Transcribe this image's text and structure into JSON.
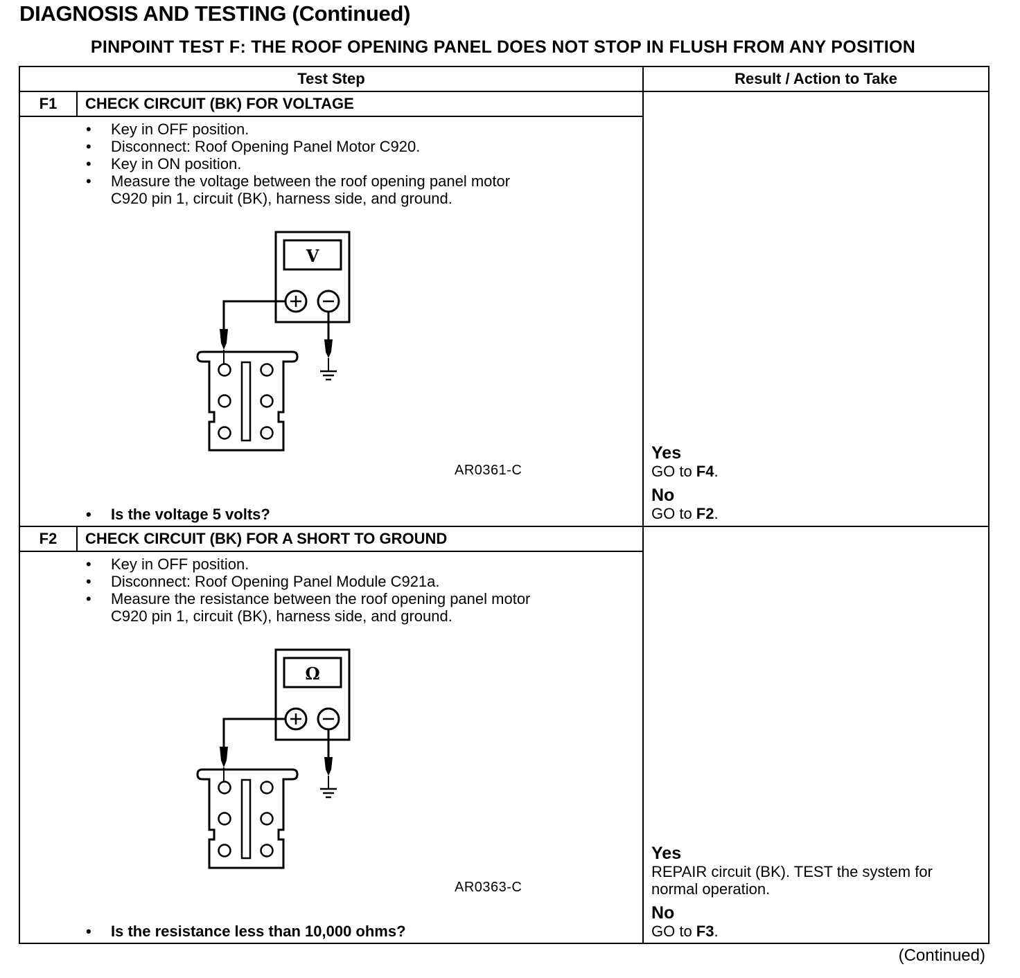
{
  "page_title": "DIAGNOSIS AND TESTING (Continued)",
  "test_title": "PINPOINT TEST F: THE ROOF OPENING PANEL DOES NOT STOP IN FLUSH FROM ANY POSITION",
  "table": {
    "col_test_step": "Test Step",
    "col_result": "Result / Action to Take"
  },
  "steps": [
    {
      "id": "F1",
      "title": "CHECK CIRCUIT (BK) FOR VOLTAGE",
      "bullets": [
        "Key in OFF position.",
        "Disconnect: Roof Opening Panel Motor C920.",
        "Key in ON position.",
        "Measure the voltage between the roof opening panel motor\nC920 pin 1, circuit (BK), harness side, and ground."
      ],
      "meter_symbol": "V",
      "figure_code": "AR0361-C",
      "question": "Is the voltage 5 volts?",
      "yes_label": "Yes",
      "yes_action_pre": "GO to ",
      "yes_action_ref": "F4",
      "yes_action_post": ".",
      "no_label": "No",
      "no_action_pre": "GO to ",
      "no_action_ref": "F2",
      "no_action_post": "."
    },
    {
      "id": "F2",
      "title": "CHECK CIRCUIT (BK) FOR A SHORT TO GROUND",
      "bullets": [
        "Key in OFF position.",
        "Disconnect: Roof Opening Panel Module C921a.",
        "Measure the resistance between the roof opening panel motor\nC920 pin 1, circuit (BK), harness side, and ground."
      ],
      "meter_symbol": "Ω",
      "figure_code": "AR0363-C",
      "question": "Is the resistance less than 10,000 ohms?",
      "yes_label": "Yes",
      "yes_action": "REPAIR circuit (BK). TEST the system for\nnormal operation.",
      "no_label": "No",
      "no_action_pre": "GO to ",
      "no_action_ref": "F3",
      "no_action_post": "."
    }
  ],
  "continued": "(Continued)",
  "icons": {
    "meter": "multimeter-icon",
    "connector": "connector-icon",
    "ground": "ground-symbol-icon"
  }
}
